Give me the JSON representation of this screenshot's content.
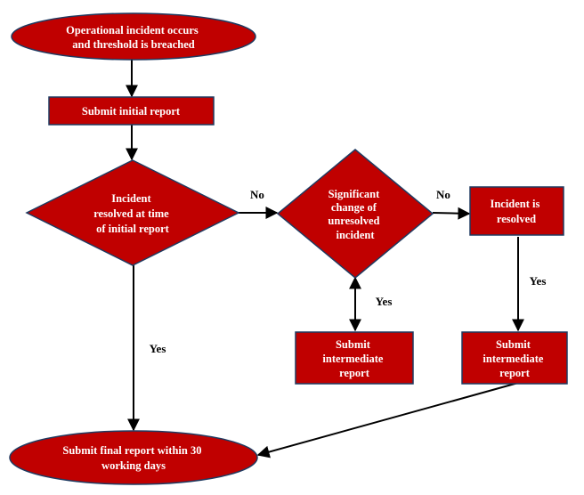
{
  "colors": {
    "node_fill": "#c00000",
    "node_stroke": "#1f3a60",
    "node_text": "#ffffff",
    "edge": "#000000"
  },
  "nodes": {
    "start": {
      "shape": "ellipse",
      "lines": [
        "Operational incident occurs",
        "and threshold is breached"
      ]
    },
    "initial_report": {
      "shape": "rectangle",
      "lines": [
        "Submit initial report"
      ]
    },
    "resolved_initial": {
      "shape": "diamond",
      "lines": [
        "Incident",
        "resolved at time",
        "of initial report"
      ]
    },
    "significant_change": {
      "shape": "diamond",
      "lines": [
        "Significant",
        "change of",
        "unresolved",
        "incident"
      ]
    },
    "incident_resolved": {
      "shape": "rectangle",
      "lines": [
        "Incident is",
        "resolved"
      ]
    },
    "intermediate_left": {
      "shape": "rectangle",
      "lines": [
        "Submit",
        "intermediate",
        "report"
      ]
    },
    "intermediate_right": {
      "shape": "rectangle",
      "lines": [
        "Submit",
        "intermediate",
        "report"
      ]
    },
    "final_report": {
      "shape": "ellipse",
      "lines": [
        "Submit final report within 30",
        "working days"
      ]
    }
  },
  "edge_labels": {
    "no_first": "No",
    "no_second": "No",
    "yes_intermediate": "Yes",
    "yes_resolved": "Yes",
    "yes_final": "Yes"
  }
}
